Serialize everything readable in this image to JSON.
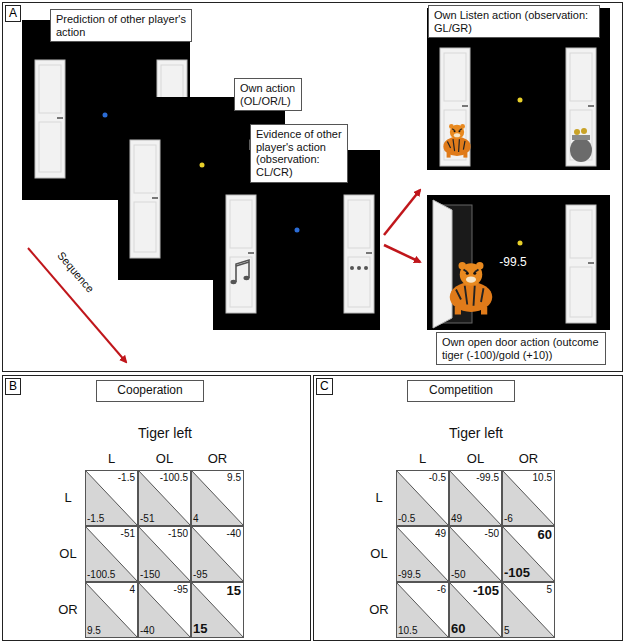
{
  "diagram": {
    "nodes": [
      {
        "text": [
          "A"
        ]
      },
      {
        "text": [
          "Prediction of other player's action"
        ],
        "in": 0
      },
      {
        "text": [
          "Own action (OL/OR/L)"
        ],
        "in": 0
      },
      {
        "text": [
          "Evidence of other player's action (observation: CL/CR)"
        ],
        "in": 0
      },
      {
        "text": [
          "Own Listen action (observation: GL/GR)"
        ],
        "in": 0
      },
      {
        "text": [
          "Own open door action (outcome tiger (-100)/gold (+10))"
        ],
        "in": 0
      },
      {
        "text": [
          "B"
        ]
      },
      {
        "text": [
          "Cooperation"
        ],
        "in": 6
      },
      {
        "text": [
          "C"
        ]
      },
      {
        "text": [
          "Competition"
        ],
        "in": 8
      }
    ],
    "labels": [
      "Sequence",
      "-99.5",
      "Tiger left",
      "L",
      "OL",
      "OR",
      "L",
      "OL",
      "OR",
      "-1.5",
      "-1.5",
      "-100.5",
      "-51",
      "9.5",
      "4",
      "-51",
      "-100.5",
      "-150",
      "-150",
      "-40",
      "-95",
      "4",
      "9.5",
      "-95",
      "-40",
      "15",
      "15",
      "Tiger left",
      "L",
      "OL",
      "OR",
      "L",
      "OL",
      "OR",
      "-0.5",
      "-0.5",
      "-99.5",
      "49",
      "10.5",
      "-6",
      "49",
      "-99.5",
      "-50",
      "-50",
      "60",
      "-105",
      "-6",
      "10.5",
      "-105",
      "60",
      "5",
      "5"
    ]
  }
}
